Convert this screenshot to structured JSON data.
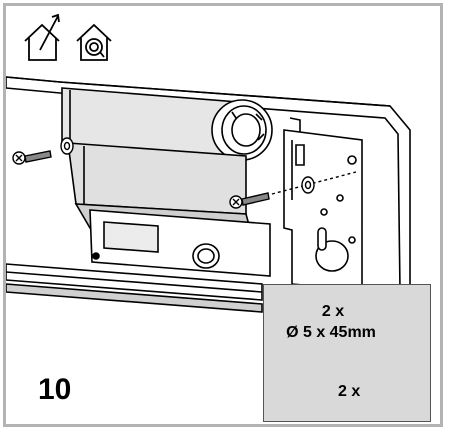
{
  "header_icons": {
    "vent_out": "house-with-exhaust-arrow-icon",
    "recirculation": "house-with-recirculation-icon"
  },
  "step": {
    "number": "10"
  },
  "parts": {
    "screw_quantity": "2 x",
    "screw_size": "Ø 5 x 45mm",
    "washer_quantity": "2 x",
    "screw_icon": "screw-icon",
    "washer_icon": "washer-icon"
  },
  "colors": {
    "frame": "#b3b3b3",
    "parts_panel": "#d9d9d9",
    "body_shading": "#e6e6e6",
    "line": "#000000"
  }
}
